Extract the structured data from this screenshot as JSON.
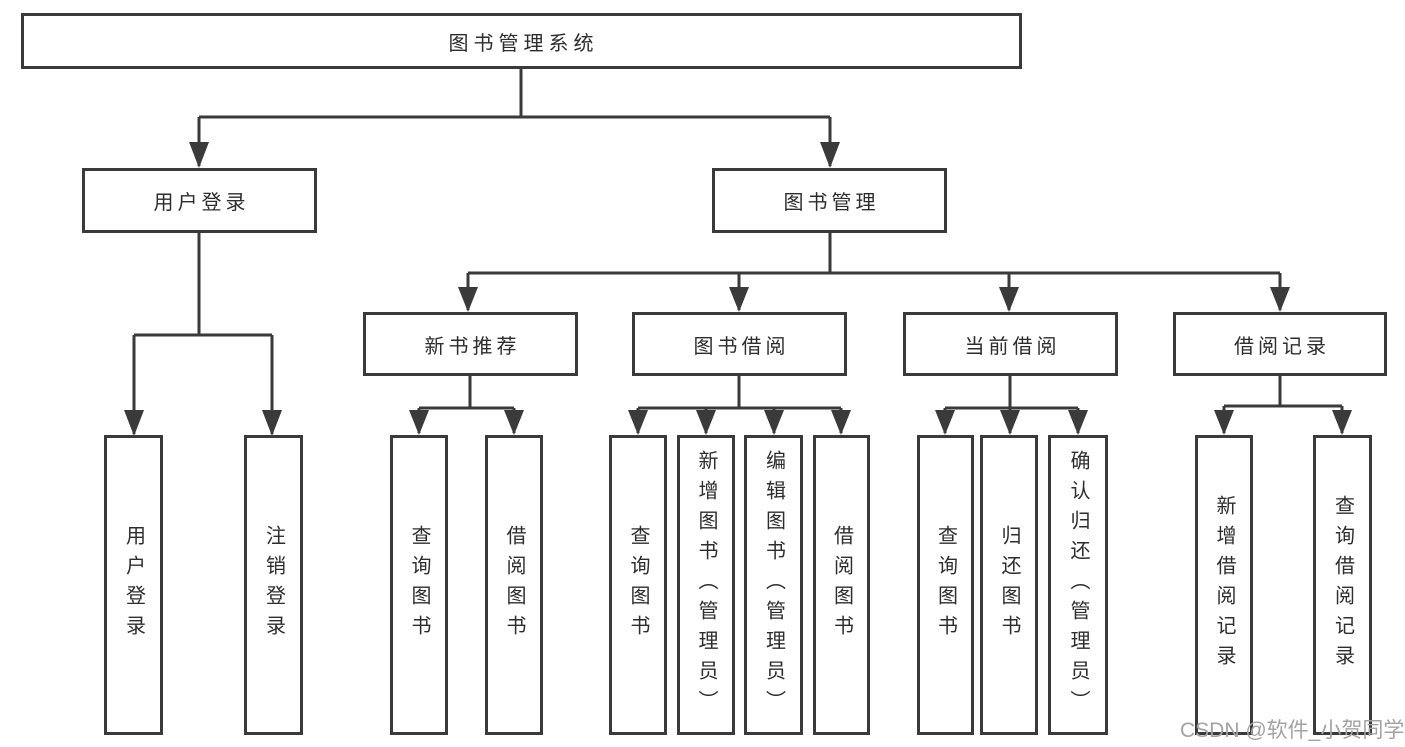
{
  "colors": {
    "line": "#3a3a3a",
    "text": "#2d2d2d",
    "background": "#ffffff",
    "watermark_gray": "#a3a3a3"
  },
  "watermark": "CSDN @软件_小贺同学",
  "tree": {
    "root": "图书管理系统",
    "branches": [
      {
        "label": "用户登录",
        "leaves": [
          "用户登录",
          "注销登录"
        ]
      },
      {
        "label": "图书管理",
        "groups": [
          {
            "label": "新书推荐",
            "leaves": [
              "查询图书",
              "借阅图书"
            ]
          },
          {
            "label": "图书借阅",
            "leaves": [
              "查询图书",
              "新增图书（管理员）",
              "编辑图书（管理员）",
              "借阅图书"
            ]
          },
          {
            "label": "当前借阅",
            "leaves": [
              "查询图书",
              "归还图书",
              "确认归还（管理员）"
            ]
          },
          {
            "label": "借阅记录",
            "leaves": [
              "新增借阅记录",
              "查询借阅记录"
            ]
          }
        ]
      }
    ]
  }
}
